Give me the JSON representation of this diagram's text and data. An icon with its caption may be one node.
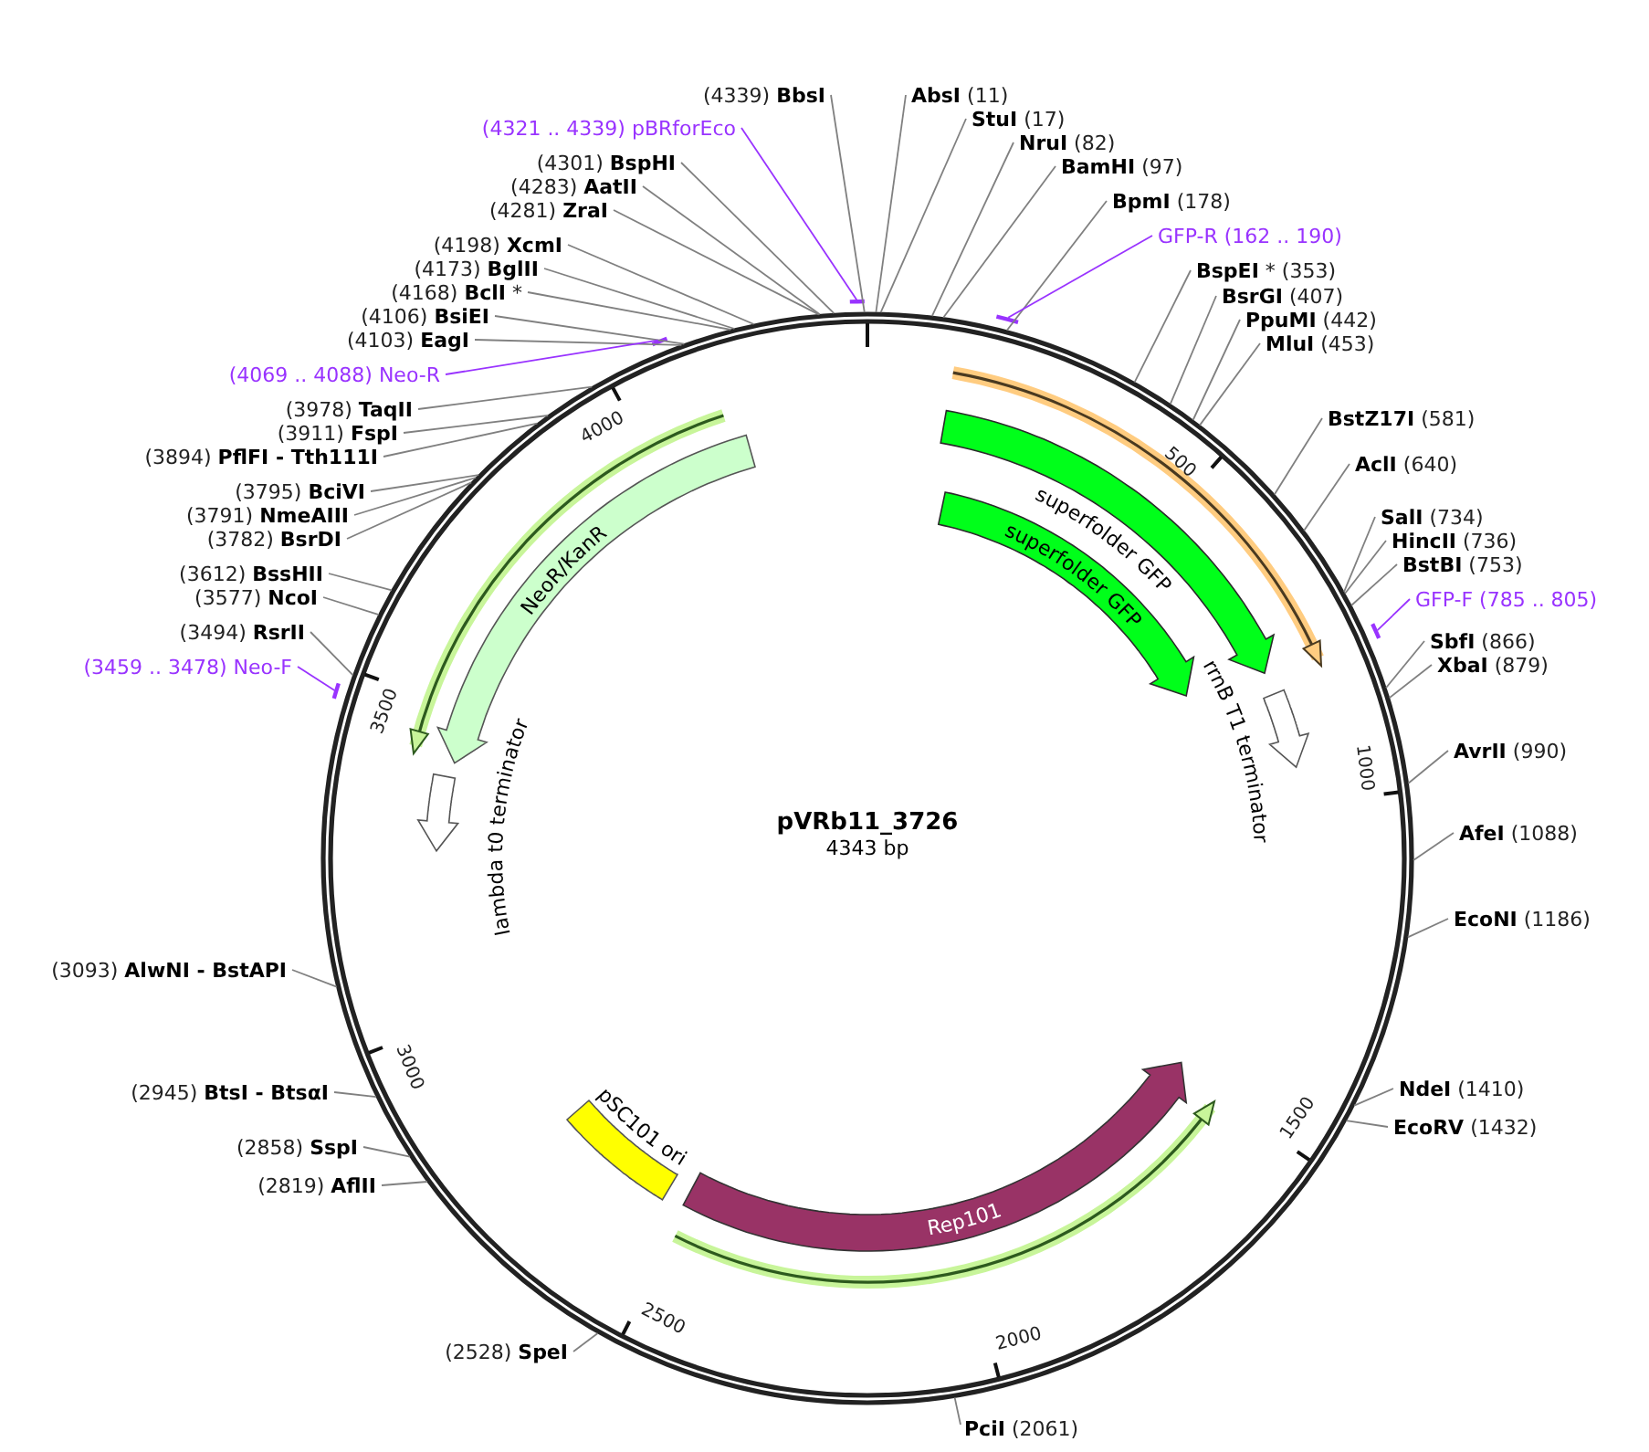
{
  "diagram": {
    "nodes": [
      {
        "text": [
          "(4339) **BbsI**"
        ]
      },
      {
        "text": [
          "(4321 .. 4339) pBRforEco"
        ]
      },
      {
        "text": [
          "(4301) **BspHI**"
        ]
      },
      {
        "text": [
          "(4283) **AatII**"
        ]
      },
      {
        "text": [
          "(4281) **ZraI**"
        ]
      },
      {
        "text": [
          "(4198) **XcmI**"
        ]
      },
      {
        "text": [
          "(4173) **BglII**"
        ]
      },
      {
        "text": [
          "(4168) **BclI** *"
        ]
      },
      {
        "text": [
          "(4106) **BsiEI**"
        ]
      },
      {
        "text": [
          "(4103) **EagI**"
        ]
      },
      {
        "text": [
          "(4069 .. 4088) Neo-R"
        ]
      },
      {
        "text": [
          "(3978) **TaqII**"
        ]
      },
      {
        "text": [
          "(3911) **FspI**"
        ]
      },
      {
        "text": [
          "(3894) **PflFI - Tth111I**"
        ]
      },
      {
        "text": [
          "(3795) **BciVI**"
        ]
      },
      {
        "text": [
          "(3791) **NmeAIII**"
        ]
      },
      {
        "text": [
          "(3782) **BsrDI**"
        ]
      },
      {
        "text": [
          "(3612) **BssHII**"
        ]
      },
      {
        "text": [
          "(3577) **NcoI**"
        ]
      },
      {
        "text": [
          "(3494) **RsrII**"
        ]
      },
      {
        "text": [
          "(3459 .. 3478) Neo-F"
        ]
      },
      {
        "text": [
          "(3093) **AlwNI - BstAPI**"
        ]
      },
      {
        "text": [
          "(2945) **BtsI - BtsαI**"
        ]
      },
      {
        "text": [
          "(2858) **SspI**"
        ]
      },
      {
        "text": [
          "(2819) **AflII**"
        ]
      },
      {
        "text": [
          "(2528) **SpeI**"
        ]
      },
      {
        "text": [
          "**PciI** (2061)"
        ]
      },
      {
        "text": [
          "**AbsI** (11)"
        ]
      },
      {
        "text": [
          "**StuI** (17)"
        ]
      },
      {
        "text": [
          "**NruI** (82)"
        ]
      },
      {
        "text": [
          "**BamHI** (97)"
        ]
      },
      {
        "text": [
          "**BpmI** (178)"
        ]
      },
      {
        "text": [
          "GFP-R (162 .. 190)"
        ]
      },
      {
        "text": [
          "**BspEI** * (353)"
        ]
      },
      {
        "text": [
          "**BsrGI** (407)"
        ]
      },
      {
        "text": [
          "**PpuMI** (442)"
        ]
      },
      {
        "text": [
          "**MluI** (453)"
        ]
      },
      {
        "text": [
          "**BstZ17I** (581)"
        ]
      },
      {
        "text": [
          "**AclI** (640)"
        ]
      },
      {
        "text": [
          "**SalI** (734)"
        ]
      },
      {
        "text": [
          "**HincII** (736)"
        ]
      },
      {
        "text": [
          "**BstBI** (753)"
        ]
      },
      {
        "text": [
          "GFP-F (785 .. 805)"
        ]
      },
      {
        "text": [
          "**SbfI** (866)"
        ]
      },
      {
        "text": [
          "**XbaI** (879)"
        ]
      },
      {
        "text": [
          "**AvrII** (990)"
        ]
      },
      {
        "text": [
          "**AfeI** (1088)"
        ]
      },
      {
        "text": [
          "**EcoNI** (1186)"
        ]
      },
      {
        "text": [
          "**NdeI** (1410)"
        ]
      },
      {
        "text": [
          "**EcoRV** (1432)"
        ]
      },
      {
        "text": [
          "superfolder GFP"
        ]
      },
      {
        "text": [
          "superfolder GFP"
        ]
      },
      {
        "text": [
          "rrnB T1 terminator"
        ]
      },
      {
        "text": [
          "NeoR/KanR"
        ]
      },
      {
        "text": [
          "lambda t0 terminator"
        ]
      },
      {
        "text": [
          "pSC101 ori"
        ]
      },
      {
        "text": [
          "Rep101"
        ]
      }
    ],
    "edges": [
      {
        "from": 0,
        "to": null,
        "arrow": "none"
      },
      {
        "from": 1,
        "to": null,
        "arrow": "none",
        "color": "#9933ff"
      },
      {
        "from": 2,
        "to": null,
        "arrow": "none"
      },
      {
        "from": 3,
        "to": null,
        "arrow": "none"
      },
      {
        "from": 4,
        "to": null,
        "arrow": "none"
      },
      {
        "from": 5,
        "to": null,
        "arrow": "none"
      },
      {
        "from": 6,
        "to": null,
        "arrow": "none"
      },
      {
        "from": 7,
        "to": null,
        "arrow": "none"
      },
      {
        "from": 8,
        "to": null,
        "arrow": "none"
      },
      {
        "from": 9,
        "to": null,
        "arrow": "none"
      },
      {
        "from": 10,
        "to": null,
        "arrow": "none",
        "color": "#9933ff"
      },
      {
        "from": 11,
        "to": null,
        "arrow": "none"
      },
      {
        "from": 12,
        "to": null,
        "arrow": "none"
      },
      {
        "from": 13,
        "to": null,
        "arrow": "none"
      },
      {
        "from": 14,
        "to": null,
        "arrow": "none"
      },
      {
        "from": 15,
        "to": null,
        "arrow": "none"
      },
      {
        "from": 16,
        "to": null,
        "arrow": "none"
      },
      {
        "from": 17,
        "to": null,
        "arrow": "none"
      },
      {
        "from": 18,
        "to": null,
        "arrow": "none"
      },
      {
        "from": 19,
        "to": null,
        "arrow": "none"
      },
      {
        "from": 20,
        "to": null,
        "arrow": "none",
        "color": "#9933ff"
      },
      {
        "from": 21,
        "to": null,
        "arrow": "none"
      },
      {
        "from": 22,
        "to": null,
        "arrow": "none"
      },
      {
        "from": 23,
        "to": null,
        "arrow": "none"
      },
      {
        "from": 24,
        "to": null,
        "arrow": "none"
      },
      {
        "from": 25,
        "to": null,
        "arrow": "none"
      },
      {
        "from": 26,
        "to": null,
        "arrow": "none"
      },
      {
        "from": 27,
        "to": null,
        "arrow": "none"
      },
      {
        "from": 28,
        "to": null,
        "arrow": "none"
      },
      {
        "from": 29,
        "to": null,
        "arrow": "none"
      },
      {
        "from": 30,
        "to": null,
        "arrow": "none"
      },
      {
        "from": 31,
        "to": null,
        "arrow": "none"
      },
      {
        "from": 32,
        "to": null,
        "arrow": "none",
        "color": "#9933ff"
      },
      {
        "from": 33,
        "to": null,
        "arrow": "none"
      },
      {
        "from": 34,
        "to": null,
        "arrow": "none"
      },
      {
        "from": 35,
        "to": null,
        "arrow": "none"
      },
      {
        "from": 36,
        "to": null,
        "arrow": "none"
      },
      {
        "from": 37,
        "to": null,
        "arrow": "none"
      },
      {
        "from": 38,
        "to": null,
        "arrow": "none"
      },
      {
        "from": 39,
        "to": null,
        "arrow": "none"
      },
      {
        "from": 40,
        "to": null,
        "arrow": "none"
      },
      {
        "from": 41,
        "to": null,
        "arrow": "none"
      },
      {
        "from": 42,
        "to": null,
        "arrow": "none",
        "color": "#9933ff"
      },
      {
        "from": 43,
        "to": null,
        "arrow": "none"
      },
      {
        "from": 44,
        "to": null,
        "arrow": "none"
      },
      {
        "from": 45,
        "to": null,
        "arrow": "none"
      },
      {
        "from": 46,
        "to": null,
        "arrow": "none"
      },
      {
        "from": 47,
        "to": null,
        "arrow": "none"
      },
      {
        "from": 48,
        "to": null,
        "arrow": "none"
      },
      {
        "from": 49,
        "to": null,
        "arrow": "none"
      }
    ],
    "labels": [
      "pVRb11_3726",
      "4343 bp",
      "500",
      "1000",
      "1500",
      "2000",
      "2500",
      "3000",
      "3500",
      "4000"
    ]
  }
}
